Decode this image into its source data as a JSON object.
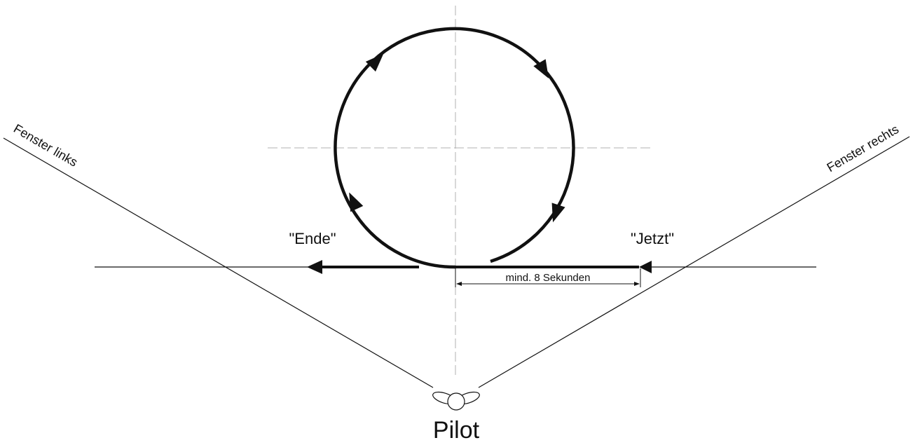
{
  "labels": {
    "window_left": "Fenster links",
    "window_right": "Fenster rechts",
    "start_call": "\"Jetzt\"",
    "end_call": "\"Ende\"",
    "duration_note": "mind. 8 Sekunden",
    "pilot": "Pilot"
  },
  "colors": {
    "stroke": "#111111",
    "centerline": "#b0b0b0",
    "background": "#ffffff"
  },
  "icons": {
    "pilot": "pilot-icon",
    "direction": "arrowhead-icon"
  }
}
